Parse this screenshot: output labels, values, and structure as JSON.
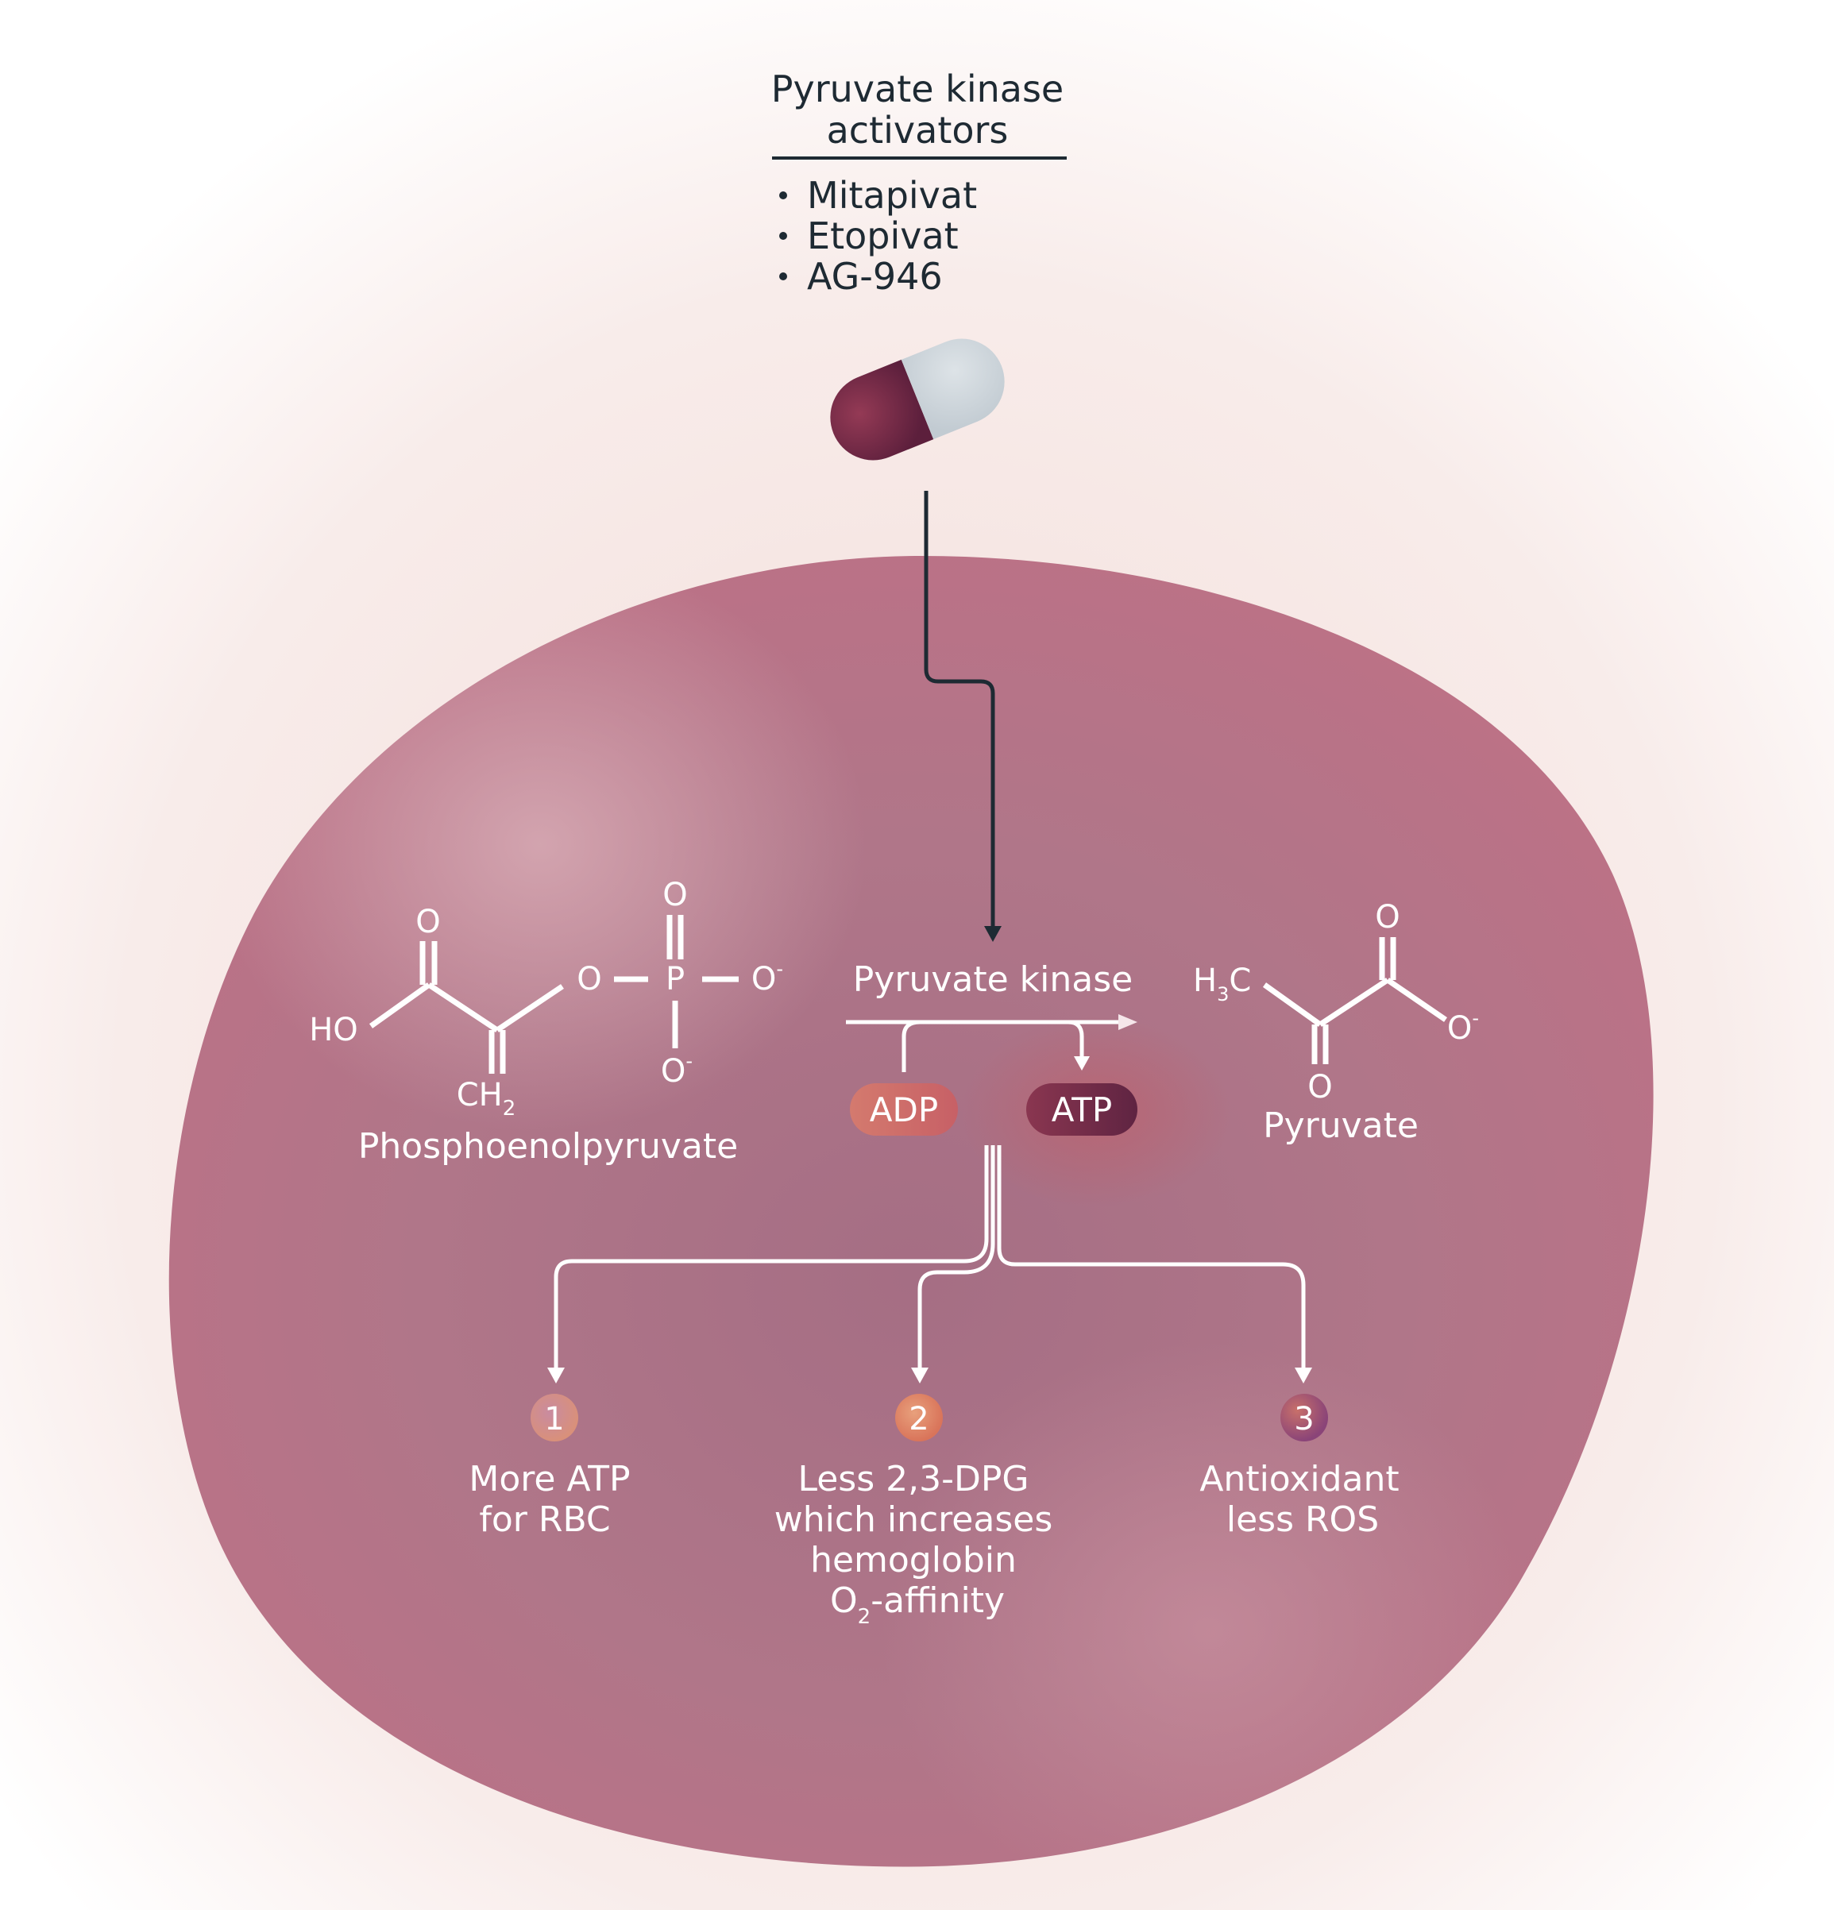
{
  "drug_box": {
    "title_line1": "Pyruvate kinase",
    "title_line2": "activators",
    "drugs": [
      "Mitapivat",
      "Etopivat",
      "AG-946"
    ],
    "bullet": "•"
  },
  "pill": {
    "icon": "capsule-icon",
    "left_color": "#7a2a48",
    "right_color": "#d6dde2"
  },
  "reaction": {
    "enzyme_label": "Pyruvate kinase",
    "cofactor_in": "ADP",
    "cofactor_out": "ATP",
    "adp_color": "#d4706a",
    "atp_color": "#6e2a45"
  },
  "substrate": {
    "name": "Phosphoenolpyruvate",
    "atoms": {
      "carbonyl_o": "O",
      "hydroxyl": "HO",
      "ester_o": "O",
      "phosphorus": "P",
      "phosphate_top_o": "O",
      "phosphate_right_o": "O",
      "phosphate_bottom_o": "O",
      "charge": "-",
      "methylene": "CH",
      "methylene_sub": "2"
    }
  },
  "product": {
    "name": "Pyruvate",
    "atoms": {
      "methyl": "H",
      "methyl_sub": "3",
      "methyl_c": "C",
      "carboxyl_top_o": "O",
      "carboxyl_o": "O",
      "charge": "-",
      "keto_o": "O"
    }
  },
  "outcomes": [
    {
      "number": "1",
      "lines": [
        "More ATP",
        "for RBC"
      ],
      "badge_color": "#d98a78"
    },
    {
      "number": "2",
      "lines": [
        "Less 2,3-DPG",
        "which increases",
        "hemoglobin"
      ],
      "last_line_main": "O",
      "last_line_sub": "2",
      "last_line_rest": "-affinity",
      "badge_color": "#e0805e"
    },
    {
      "number": "3",
      "lines": [
        "Antioxidant",
        "less ROS"
      ],
      "badge_color": "#a0507a"
    }
  ],
  "colors": {
    "cell": "#b07186",
    "cell_highlight": "#d3a3af",
    "background": "#fbf6f5",
    "text_dark": "#1e2a33",
    "text_light": "#ffffff"
  }
}
